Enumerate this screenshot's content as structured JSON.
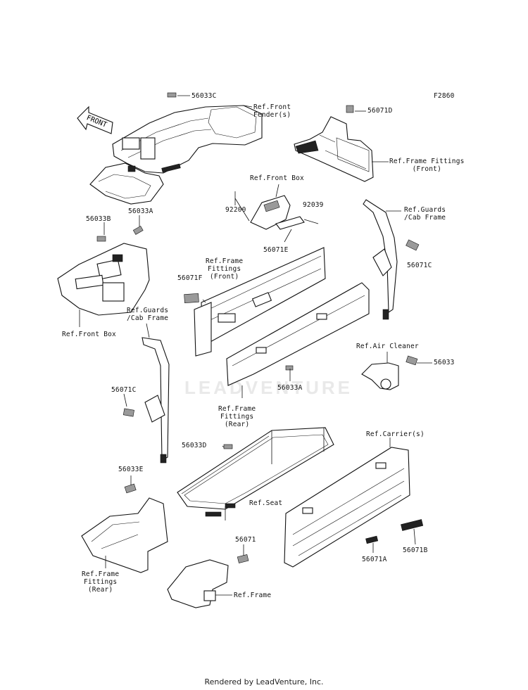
{
  "diagram_code": "F2860",
  "watermark": "LEADVENTURE",
  "footer": "Rendered by LeadVenture, Inc.",
  "front_arrow": "FRONT",
  "labels": {
    "p56033C": "56033C",
    "ref_front_fender": "Ref.Front\nFender(s)",
    "p56071D": "56071D",
    "ref_frame_fittings_front_top": "Ref.Frame Fittings\n(Front)",
    "ref_front_box_top": "Ref.Front Box",
    "p92200": "92200",
    "p92039": "92039",
    "p56071E": "56071E",
    "ref_guards_cab_right": "Ref.Guards\n/Cab Frame",
    "p56033B": "56033B",
    "p56033A_top": "56033A",
    "ref_frame_fittings_front_mid": "Ref.Frame\nFittings\n(Front)",
    "p56071F": "56071F",
    "p56071C_right": "56071C",
    "ref_front_box_left": "Ref.Front Box",
    "ref_guards_cab_left": "Ref.Guards\n/Cab Frame",
    "ref_air_cleaner": "Ref.Air Cleaner",
    "p56033": "56033",
    "p56033A_mid": "56033A",
    "p56071C_left": "56071C",
    "ref_frame_fittings_rear_mid": "Ref.Frame\nFittings\n(Rear)",
    "ref_carrier": "Ref.Carrier(s)",
    "p56033D": "56033D",
    "ref_seat": "Ref.Seat",
    "p56033E": "56033E",
    "p56071": "56071",
    "p56071A": "56071A",
    "p56071B": "56071B",
    "ref_frame_fittings_rear_bottom": "Ref.Frame\nFittings\n(Rear)",
    "ref_frame": "Ref.Frame"
  }
}
